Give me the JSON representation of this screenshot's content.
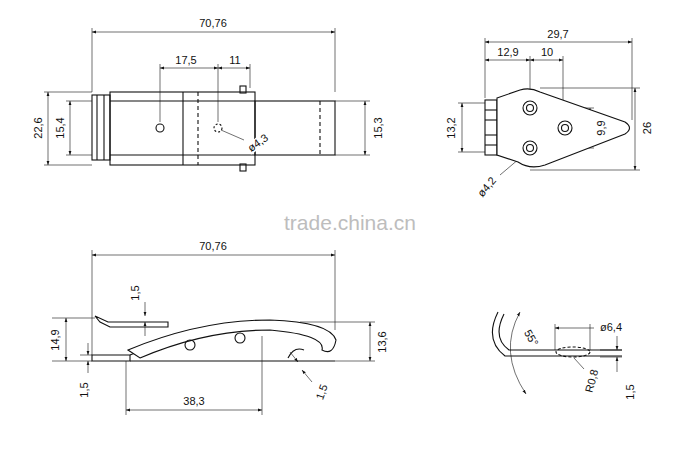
{
  "diagram": {
    "labels": [
      "70,76",
      "17,5",
      "11",
      "22,6",
      "15,4",
      "ø4,3",
      "15,3",
      "29,7",
      "12,9",
      "10",
      "13,2",
      "9,9",
      "26",
      "ø4,2",
      "trade.china.cn",
      "70,76",
      "1,5",
      "14,9",
      "13,6",
      "1,5",
      "38,3",
      "1,5",
      "55°",
      "ø6,4",
      "R0,8",
      "1,5"
    ]
  }
}
